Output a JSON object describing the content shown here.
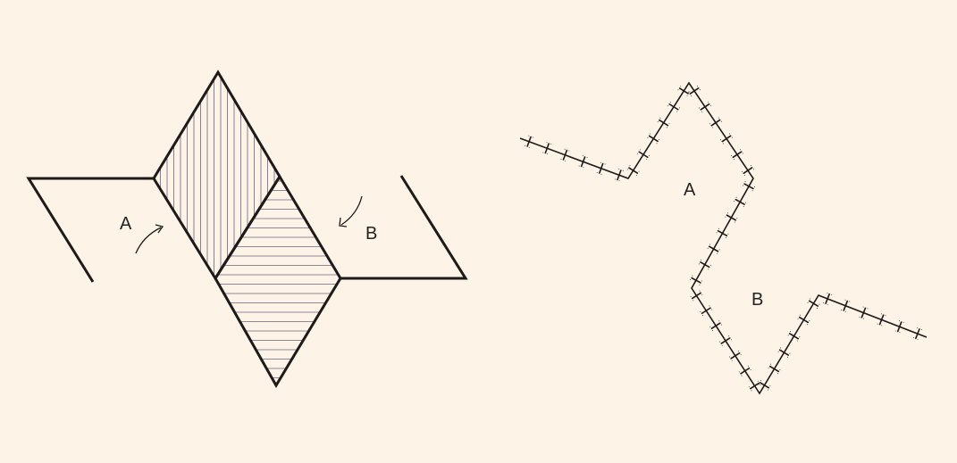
{
  "colors": {
    "background": "#fdf3e6",
    "stroke": "#1e1a1a",
    "hatch_vertical": "#6a6480",
    "hatch_horizontal": "#6a6480",
    "tick": "#1e1a1a"
  },
  "left_panel": {
    "label_a": "A",
    "label_b": "B"
  },
  "right_panel": {
    "label_a": "A",
    "label_b": "B"
  }
}
